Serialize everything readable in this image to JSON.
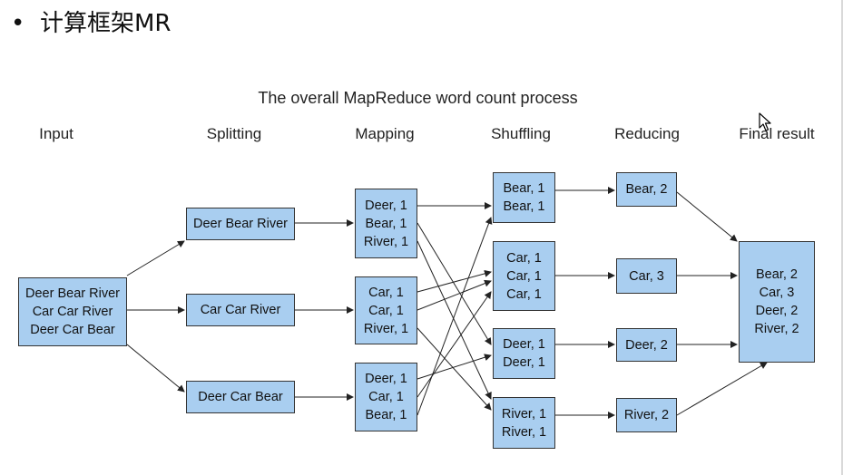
{
  "slide": {
    "bullet": "•",
    "title": "计算框架MR"
  },
  "diagram": {
    "title": "The overall MapReduce word count process",
    "stages": [
      "Input",
      "Splitting",
      "Mapping",
      "Shuffling",
      "Reducing",
      "Final result"
    ],
    "input": [
      "Deer Bear River",
      "Car Car River",
      "Deer Car Bear"
    ],
    "splits": [
      "Deer Bear River",
      "Car Car River",
      "Deer Car Bear"
    ],
    "mapping": [
      [
        "Deer, 1",
        "Bear, 1",
        "River, 1"
      ],
      [
        "Car, 1",
        "Car, 1",
        "River, 1"
      ],
      [
        "Deer, 1",
        "Car, 1",
        "Bear, 1"
      ]
    ],
    "shuffling": [
      [
        "Bear, 1",
        "Bear, 1"
      ],
      [
        "Car, 1",
        "Car, 1",
        "Car, 1"
      ],
      [
        "Deer, 1",
        "Deer, 1"
      ],
      [
        "River, 1",
        "River, 1"
      ]
    ],
    "reducing": [
      "Bear, 2",
      "Car, 3",
      "Deer, 2",
      "River, 2"
    ],
    "final": [
      "Bear, 2",
      "Car, 3",
      "Deer, 2",
      "River, 2"
    ]
  },
  "colors": {
    "box_fill": "#a9cef0",
    "box_border": "#333333",
    "arrow": "#222222"
  }
}
